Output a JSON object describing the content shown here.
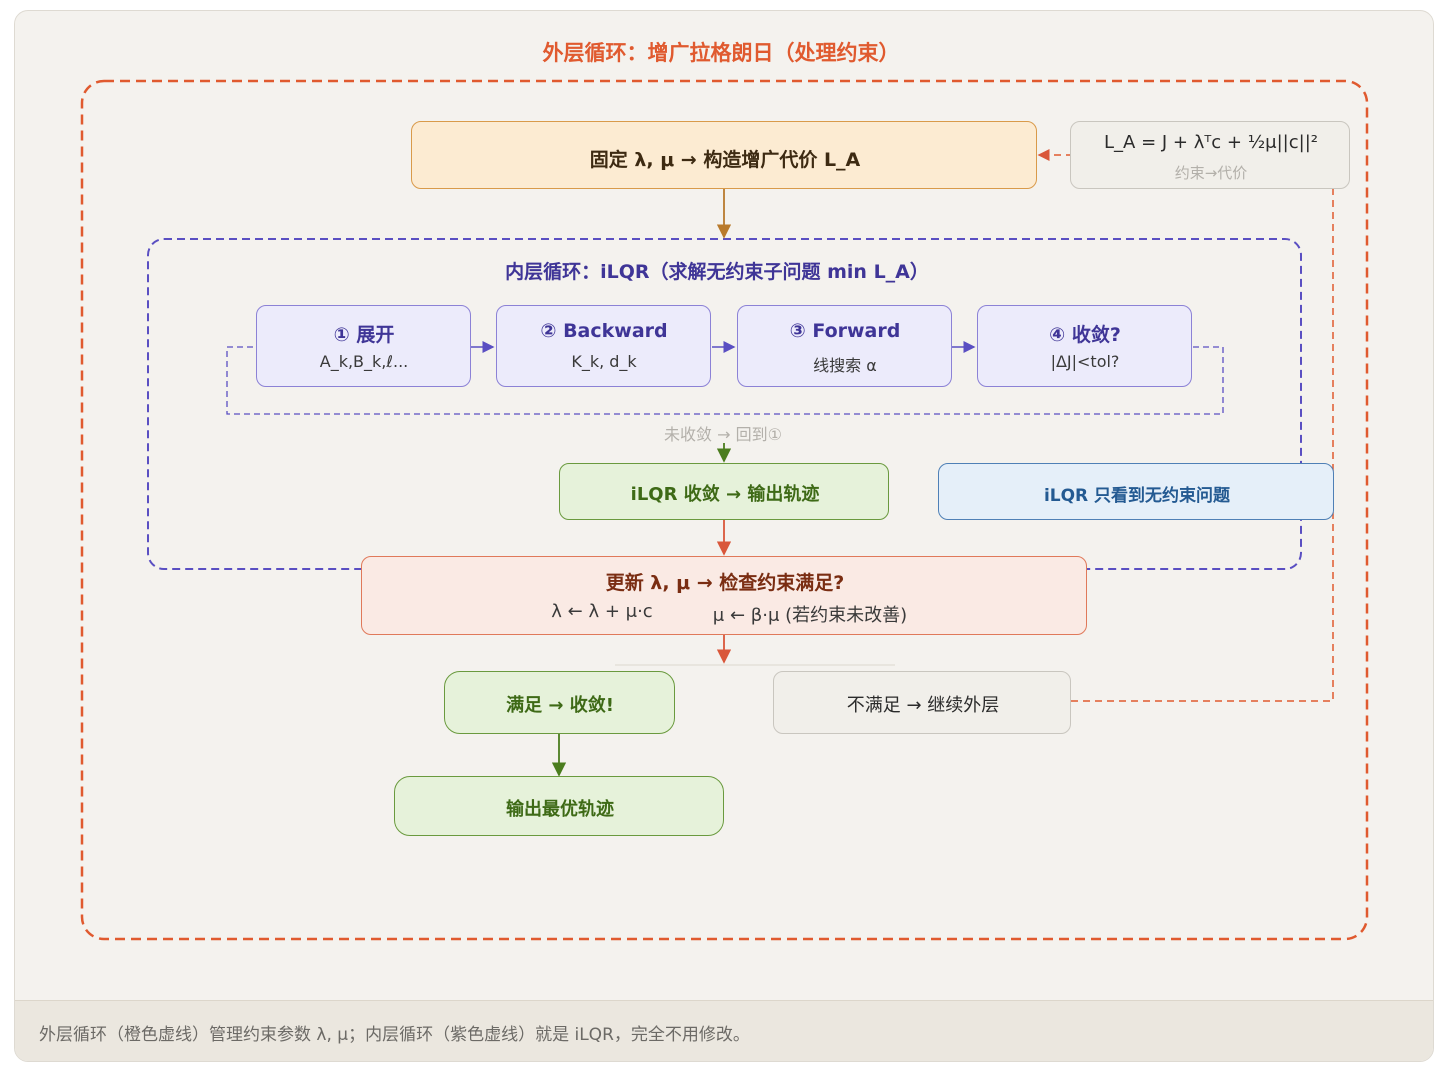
{
  "outer_loop": {
    "title": "外层循环：增广拉格朗日（处理约束）",
    "color": "#e05a2f"
  },
  "inner_loop": {
    "title": "内层循环：iLQR（求解无约束子问题 min L_A）",
    "color": "#5a4fc2"
  },
  "fix_box": {
    "label": "固定 λ, μ → 构造增广代价 L_A"
  },
  "formula_box": {
    "formula": "L_A = J + λᵀc + ½μ||c||²",
    "caption": "约束→代价"
  },
  "steps": [
    {
      "title": "① 展开",
      "sub": "A_k,B_k,ℓ..."
    },
    {
      "title": "② Backward",
      "sub": "K_k, d_k"
    },
    {
      "title": "③ Forward",
      "sub": "线搜索 α"
    },
    {
      "title": "④ 收敛?",
      "sub": "|ΔJ|<tol?"
    }
  ],
  "not_converged_label": "未收敛 → 回到①",
  "ilqr_converged": {
    "label": "iLQR 收敛 → 输出轨迹"
  },
  "ilqr_note": {
    "label": "iLQR 只看到无约束问题"
  },
  "update_box": {
    "title": "更新 λ, μ → 检查约束满足?",
    "formula_lambda": "λ ← λ + μ·c",
    "formula_mu": "μ ← β·μ (若约束未改善)"
  },
  "satisfied": {
    "label": "满足 → 收敛!"
  },
  "not_satisfied": {
    "label": "不满足 → 继续外层"
  },
  "output": {
    "label": "输出最优轨迹"
  },
  "footer": {
    "text": "外层循环（橙色虚线）管理约束参数 λ, μ；内层循环（紫色虚线）就是 iLQR，完全不用修改。"
  }
}
